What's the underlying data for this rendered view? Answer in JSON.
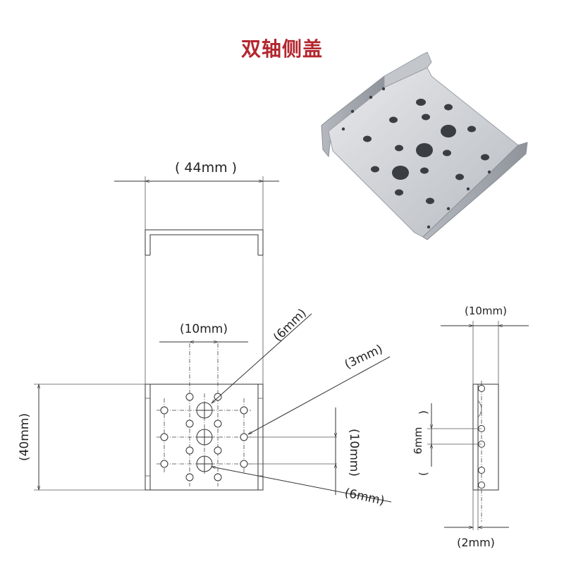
{
  "title": "双轴侧盖",
  "dimensions": {
    "width_total": "( 44mm )",
    "hole_spacing_top": "(10mm)",
    "big_hole_upper": "(6mm)",
    "small_hole": "(3mm)",
    "height": "(40mm)",
    "hole_spacing_side": "(10mm)",
    "big_hole_lower": "(6mm)",
    "side_width": "(10mm)",
    "side_spacing": "6mm",
    "side_paren_open": "(",
    "side_paren_close": ")",
    "side_thickness": "(2mm)"
  },
  "colors": {
    "title": "#b3262e",
    "plate_light": "#d9dbde",
    "plate_dark": "#9ea3aa",
    "line": "#333333"
  }
}
